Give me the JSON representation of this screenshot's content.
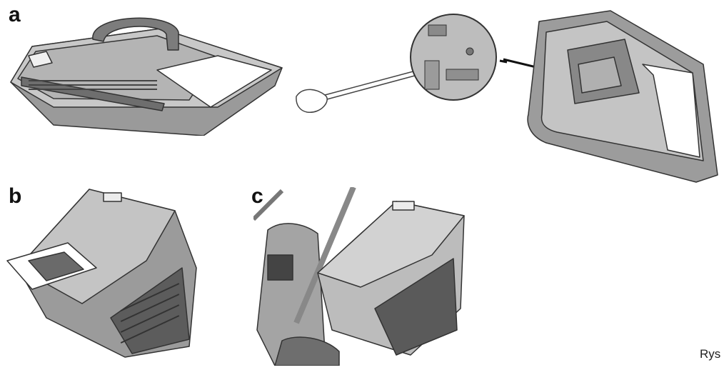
{
  "labels": {
    "a": "a",
    "b": "b",
    "c": "c"
  },
  "caption": "Rys"
}
